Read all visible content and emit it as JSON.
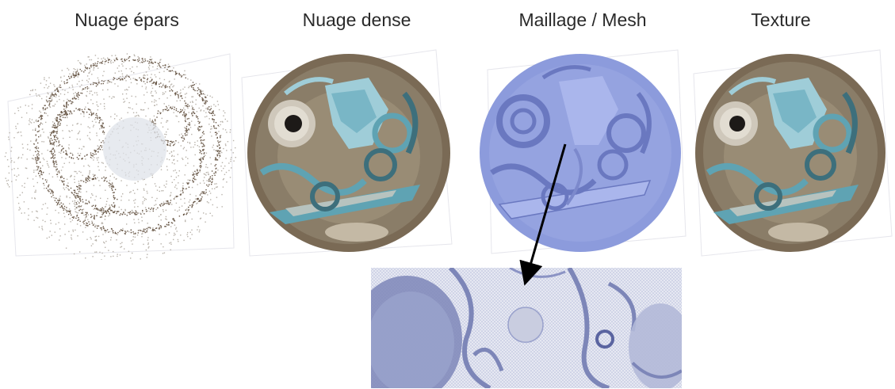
{
  "stages": [
    {
      "id": "sparse",
      "title": "Nuage épars"
    },
    {
      "id": "dense",
      "title": "Nuage dense"
    },
    {
      "id": "mesh",
      "title": "Maillage / Mesh"
    },
    {
      "id": "texture",
      "title": "Texture"
    }
  ],
  "colors": {
    "background": "#ffffff",
    "title_text": "#2a2a2a",
    "sparse_points": "#6b5a4a",
    "sparse_faint": "#b8b2aa",
    "mesh_blue": "#8c9bdc",
    "mesh_dark": "#6a78c0",
    "mesh_light": "#aab6ec",
    "texture_rim": "#7a6a55",
    "texture_soil": "#8a7d68",
    "bronze_teal": "#5fa3b3",
    "bronze_light": "#9fcdd8",
    "bronze_dark": "#3d6f7c",
    "wire_bg": "#e6e8f2",
    "wire_line": "#7d86b8",
    "arrow": "#000000",
    "bbox_line": "#e4e4ea"
  },
  "annotations": {
    "zoom_arrow": "mesh-to-detail"
  }
}
